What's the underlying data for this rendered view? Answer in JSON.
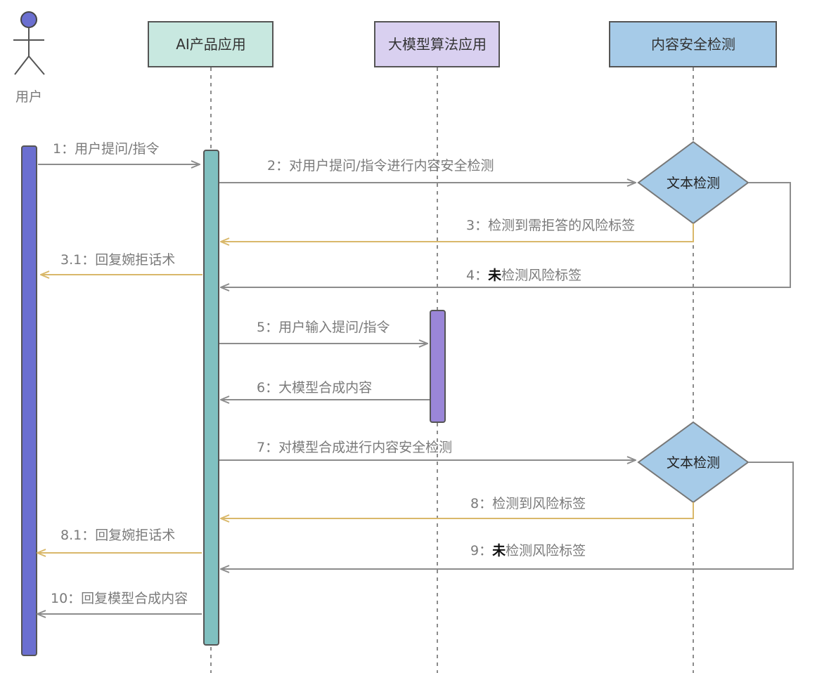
{
  "actor": {
    "label": "用户"
  },
  "participants": [
    {
      "key": "ai_app",
      "label": "AI产品应用"
    },
    {
      "key": "llm_app",
      "label": "大模型算法应用"
    },
    {
      "key": "safety",
      "label": "内容安全检测"
    }
  ],
  "decisions": [
    {
      "label": "文本检测"
    },
    {
      "label": "文本检测"
    }
  ],
  "messages": [
    {
      "label": "1：用户提问/指令"
    },
    {
      "label": "2：对用户提问/指令进行内容安全检测"
    },
    {
      "label": "3：检测到需拒答的风险标签"
    },
    {
      "label": "3.1：回复婉拒话术"
    },
    {
      "prefix": "4：",
      "strong": "未",
      "rest": "检测风险标签"
    },
    {
      "label": "5：用户输入提问/指令"
    },
    {
      "label": "6：大模型合成内容"
    },
    {
      "label": "7：对模型合成进行内容安全检测"
    },
    {
      "label": "8：检测到风险标签"
    },
    {
      "label": "8.1：回复婉拒话术"
    },
    {
      "prefix": "9：",
      "strong": "未",
      "rest": "检测风险标签"
    },
    {
      "label": "10：回复模型合成内容"
    }
  ],
  "colors": {
    "ai_app_fill": "#c8e8e0",
    "llm_app_fill": "#d9d0f0",
    "safety_fill": "#a6cbe8",
    "diamond_fill": "#a6cbe8",
    "user_bar": "#6b6fd0",
    "ai_bar": "#80c0c0",
    "llm_bar": "#9a86d8",
    "gray_arrow": "#8c8c8c",
    "gold_arrow": "#d9b86a"
  }
}
